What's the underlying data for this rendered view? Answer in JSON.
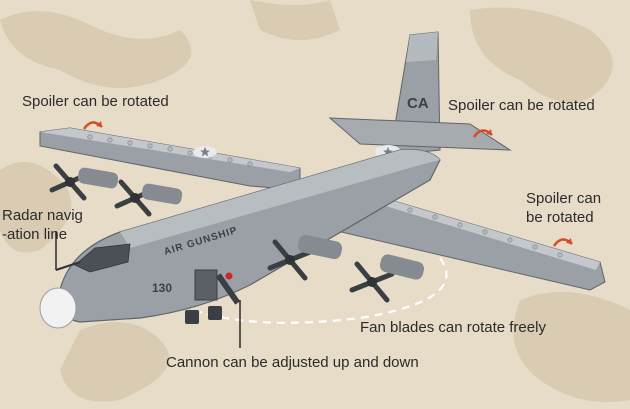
{
  "colors": {
    "background": "#e6dcc7",
    "camo_patch": "#d9ccb2",
    "plane_body": "#9aa0a6",
    "plane_dark": "#6f757b",
    "plane_light": "#c4c8cc",
    "accent_arrow": "#d94a2a",
    "text": "#2b2b2b"
  },
  "callouts": {
    "spoiler_left": "Spoiler can be rotated",
    "spoiler_right": "Spoiler can be rotated",
    "spoiler_wing_line1": "Spoiler can",
    "spoiler_wing_line2": "be rotated",
    "radar_line1": "Radar navig",
    "radar_line2": "-ation line",
    "fan_blades": "Fan blades can rotate freely",
    "cannon": "Cannon can be adjusted up and down"
  },
  "model": {
    "tail_code": "CA",
    "side_number": "130",
    "side_text": "AIR GUNSHIP"
  },
  "icons": [
    "rotate-arrow-icon",
    "star-roundel-icon"
  ]
}
